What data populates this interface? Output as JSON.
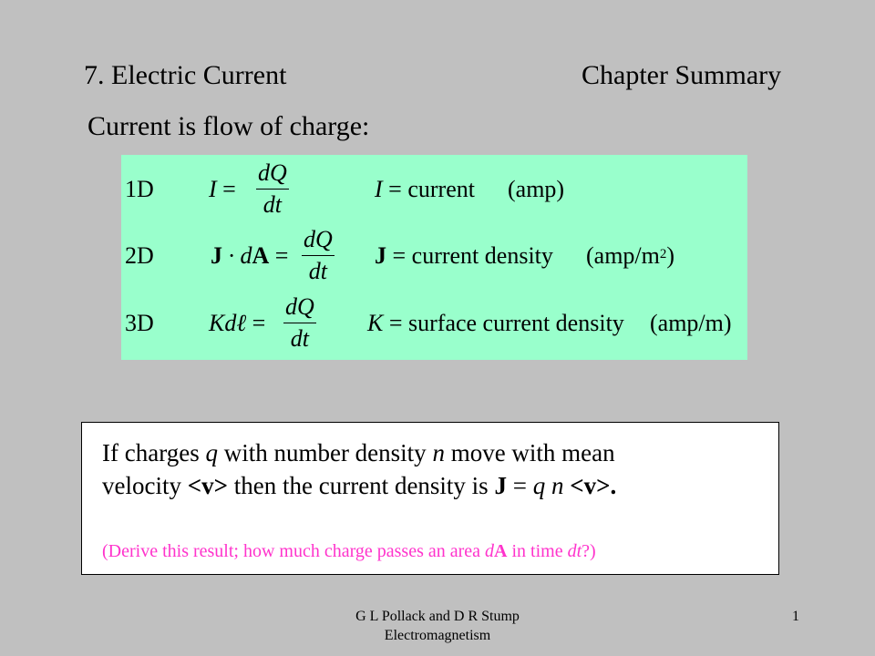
{
  "header": {
    "title_left": "7. Electric Current",
    "title_right": "Chapter Summary"
  },
  "subtitle": "Current is flow of charge:",
  "equations": [
    {
      "dim": "1D",
      "lhs_prefix": "I",
      "lhs_op": " =",
      "num": "dQ",
      "den": "dt",
      "rhs_var": "I",
      "rhs_text": " = current",
      "unit": "(amp)"
    },
    {
      "dim": "2D",
      "lhs_prefix": "J",
      "lhs_mid": " · d",
      "lhs_bold2": "A",
      "lhs_op": " =",
      "num": "dQ",
      "den": "dt",
      "rhs_var": "J",
      "rhs_text": " = current density",
      "unit": "(amp/m",
      "unit_sup": "2",
      "unit_close": ")"
    },
    {
      "dim": "3D",
      "lhs_prefix": "Kdℓ",
      "lhs_op": " =",
      "num": "dQ",
      "den": "dt",
      "rhs_var": "K",
      "rhs_text": " = surface current density",
      "unit": "(amp/m)"
    }
  ],
  "info": {
    "line1_a": "If charges ",
    "line1_q": "q",
    "line1_b": " with number density ",
    "line1_n": "n",
    "line1_c": " move with mean",
    "line2_a": "velocity ",
    "line2_v1": "<v>",
    "line2_b": " then the current density is ",
    "line2_J": "J",
    "line2_c": " = ",
    "line2_q": "q",
    "line2_d": " ",
    "line2_n": "n",
    "line2_e": " ",
    "line2_v2": "<v>.",
    "derive_a": "(Derive this result; how much charge passes an area ",
    "derive_d": "d",
    "derive_A": "A",
    "derive_b": " in time ",
    "derive_dt": "dt",
    "derive_c": "?)"
  },
  "footer": {
    "line1": "G L Pollack and D R Stump",
    "line2": "Electromagnetism",
    "page": "1"
  },
  "colors": {
    "background": "#c0c0c0",
    "equation_box": "#99ffcc",
    "derive_text": "#ff33cc"
  }
}
